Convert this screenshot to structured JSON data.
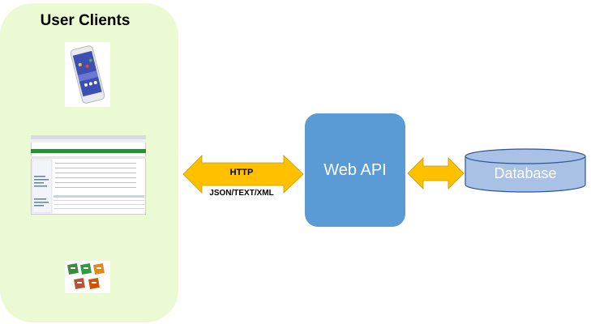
{
  "clients": {
    "title": "User Clients",
    "items": [
      {
        "icon": "smartphone-icon"
      },
      {
        "icon": "web-browser-icon"
      },
      {
        "icon": "office-apps-icon"
      }
    ]
  },
  "connection": {
    "protocol": "HTTP",
    "formats": "JSON/TEXT/XML"
  },
  "api": {
    "label": "Web API"
  },
  "database": {
    "label": "Database"
  },
  "colors": {
    "clients_bg": "#ebfad3",
    "arrow": "#ffc000",
    "api_box": "#5b9bd5",
    "database": "#a9c1e4"
  }
}
